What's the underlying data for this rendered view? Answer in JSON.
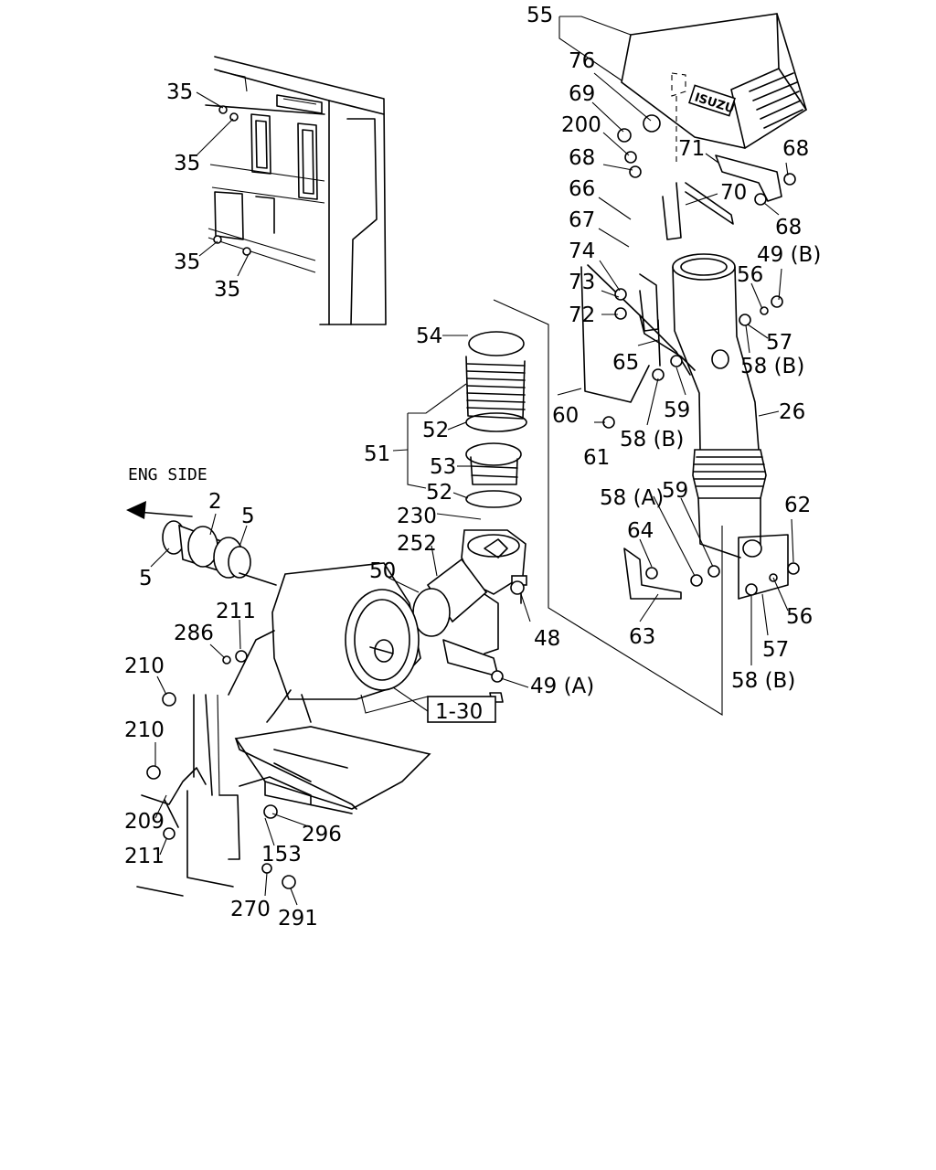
{
  "diagram": {
    "side_label": "ENG SIDE",
    "brand_logo": "ISUZU",
    "reference_box": "1-30",
    "callouts": {
      "c55": "55",
      "c76": "76",
      "c69": "69",
      "c200": "200",
      "c68a": "68",
      "c71": "71",
      "c68b": "68",
      "c66": "66",
      "c70": "70",
      "c68c": "68",
      "c67": "67",
      "c49b1": "49 (B)",
      "c74": "74",
      "c56a": "56",
      "c73": "73",
      "c72": "72",
      "c57a": "57",
      "c65": "65",
      "c58b1": "58 (B)",
      "c60": "60",
      "c59a": "59",
      "c26": "26",
      "c61": "61",
      "c58b2": "58 (B)",
      "c54": "54",
      "c51": "51",
      "c52a": "52",
      "c53": "53",
      "c52b": "52",
      "c230": "230",
      "c252": "252",
      "c50": "50",
      "c48": "48",
      "c49a": "49 (A)",
      "c58a": "58 (A)",
      "c59b": "59",
      "c62": "62",
      "c64": "64",
      "c63": "63",
      "c56b": "56",
      "c57b": "57",
      "c58b3": "58 (B)",
      "c35a": "35",
      "c35b": "35",
      "c35c": "35",
      "c35d": "35",
      "c2": "2",
      "c5a": "5",
      "c5b": "5",
      "c211a": "211",
      "c286": "286",
      "c210a": "210",
      "c210b": "210",
      "c209": "209",
      "c211b": "211",
      "c296": "296",
      "c153": "153",
      "c270": "270",
      "c291": "291"
    }
  }
}
